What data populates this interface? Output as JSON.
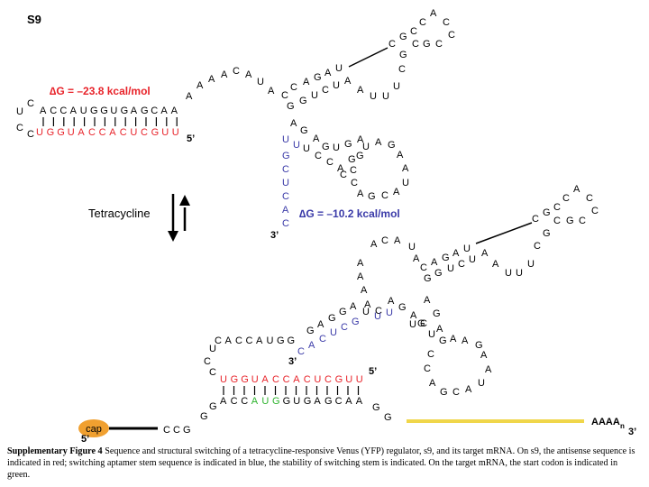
{
  "figure_label": "S9",
  "top_structure": {
    "dg_label": "∆G = –23.8 kcal/mol",
    "five_prime": "5’",
    "three_prime": "3’",
    "stem1_top": "ACCAUGGUGAGCAA",
    "stem1_bottom": "UGGUACCACUCGUU",
    "loop_left_top": "C",
    "loop_left_mid1": "U",
    "loop_left_mid2": "C",
    "loop_left_bottom": "C",
    "linker_top": "AAAACAUA",
    "dg2_label": "∆G = –10.2 kcal/mol",
    "aptamer_stem_blue": "UUGCUCAC"
  },
  "switch": {
    "label": "Tetracycline"
  },
  "bottom_structure": {
    "cap_label": "cap",
    "five_prime": "5’",
    "three_prime_inner": "3’",
    "five_prime_inner": "5’",
    "three_prime_end": "3’",
    "polyA_label": "AAAA",
    "polyA_sub": "n",
    "target_top": "CACCAUGG",
    "antisense_red": "UGGUACCACUCGUU",
    "target_mid_left": "ACC",
    "start_codon": "AUG",
    "target_mid_right": "GUGAGCAA",
    "cap_linker": "CCG",
    "tail_g": "G G"
  },
  "caption": {
    "bold": "Supplementary Figure 4",
    "text": " Sequence and structural switching of a tetracycline-responsive Venus (YFP) regulator, s9, and its target mRNA. On s9, the antisense sequence is indicated in red; switching aptamer stem sequence is indicated in blue, the stability of switching stem is indicated. On the target mRNA, the start codon is indicated in green."
  },
  "colors": {
    "antisense": "#e8232a",
    "aptamer_stem": "#3a3aa8",
    "start_codon": "#2db32d",
    "dg_top": "#e8232a",
    "dg_bottom": "#3a3aa8",
    "cap_fill": "#f0a030",
    "polyA_line": "#f0d64a"
  }
}
